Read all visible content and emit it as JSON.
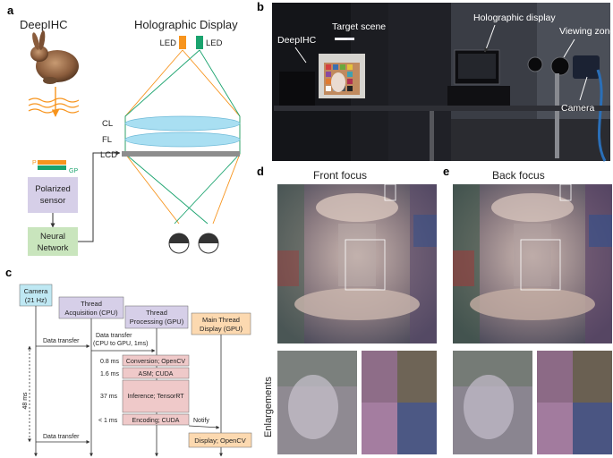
{
  "panels": {
    "a": {
      "label": "a",
      "deepihc_title": "DeepIHC",
      "holo_title": "Holographic Display",
      "led_left": "LED",
      "led_right": "LED",
      "cl": "CL",
      "fl": "FL",
      "lcd": "LCD",
      "p": "P",
      "gp": "GP",
      "sensor_line1": "Polarized",
      "sensor_line2": "sensor",
      "nn_line1": "Neural",
      "nn_line2": "Network"
    },
    "b": {
      "label": "b",
      "target_scene": "Target scene",
      "holographic_display": "Holographic display",
      "viewing_zone": "Viewing zone",
      "deepihc": "DeepIHC",
      "camera": "Camera"
    },
    "c": {
      "label": "c",
      "camera_line1": "Camera",
      "camera_line2": "(21 Hz)",
      "acq_line1": "Thread",
      "acq_line2": "Acquisition (CPU)",
      "proc_line1": "Thread",
      "proc_line2": "Processing (GPU)",
      "main_line1": "Main Thread",
      "main_line2": "Display (GPU)",
      "transfer1": "Data transfer",
      "transfer2_line1": "Data transfer",
      "transfer2_line2": "(CPU to GPU, 1ms)",
      "transfer3": "Data transfer",
      "notify": "Notify",
      "total": "48 ms",
      "steps": [
        {
          "time": "0.8 ms",
          "label": "Conversion; OpenCV"
        },
        {
          "time": "1.6 ms",
          "label": "ASM; CUDA"
        },
        {
          "time": "37 ms",
          "label": "Inference; TensorRT"
        },
        {
          "time": "< 1 ms",
          "label": "Encoding; CUDA"
        }
      ],
      "display_box": "Display; OpenCV"
    },
    "d": {
      "label": "d",
      "title": "Front focus"
    },
    "e": {
      "label": "e",
      "title": "Back focus"
    },
    "enlargements": "Enlargements"
  },
  "colors": {
    "led_orange": "#f7941d",
    "led_green": "#1aa36e",
    "lens_blue": "#a9dff2",
    "sensor_purple": "#d6cfe8",
    "nn_green": "#c9e5bd",
    "camera_cyan": "#bfe8f3",
    "step_pink": "#efc9c9",
    "display_orange": "#fcd9b0"
  }
}
